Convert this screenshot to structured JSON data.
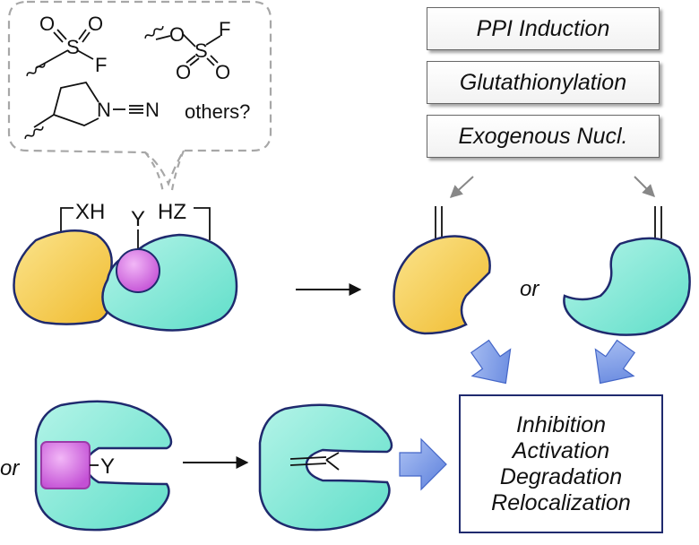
{
  "warheads": {
    "sulfonyl_fluoride": {
      "o1": "O",
      "o2": "O",
      "s": "S",
      "f": "F"
    },
    "fluorosulfate": {
      "o1": "O",
      "o2": "O",
      "o3": "O",
      "s": "S",
      "f": "F"
    },
    "cyanamide": {
      "n": "N",
      "n_nitrile": "N"
    },
    "others_label": "others?"
  },
  "complex_labels": {
    "xh": "XH",
    "y": "Y",
    "hz": "HZ"
  },
  "triggers": [
    "PPI Induction",
    "Glutathionylation",
    "Exogenous Nucl."
  ],
  "or_labels": {
    "middle": "or",
    "bottom": "or"
  },
  "bottom_ligand_label": "Y",
  "outcomes": [
    "Inhibition",
    "Activation",
    "Degradation",
    "Relocalization"
  ],
  "colors": {
    "yellow_protein": "#f3c33c",
    "cyan_protein": "#7fe8d6",
    "protein_outline": "#1f2a6e",
    "ligand_magenta": "#c75fd6",
    "block_arrow": "#6f8de0",
    "dashed_outline": "#a7a7a7"
  }
}
